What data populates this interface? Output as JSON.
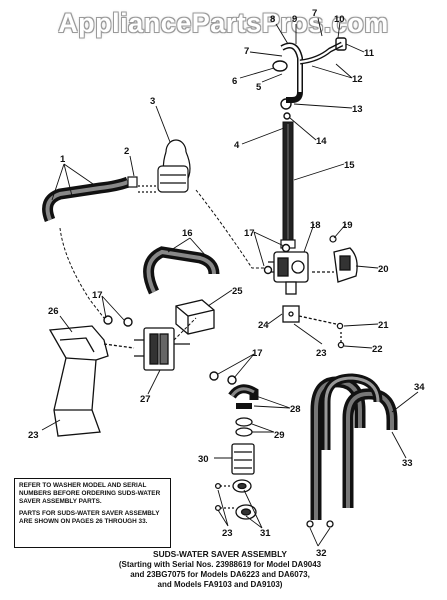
{
  "watermark": "AppliancePartsPros.com",
  "callouts": [
    "1",
    "2",
    "3",
    "4",
    "5",
    "6",
    "7",
    "7",
    "8",
    "9",
    "10",
    "11",
    "12",
    "13",
    "14",
    "15",
    "16",
    "17",
    "17",
    "17",
    "18",
    "19",
    "20",
    "21",
    "22",
    "23",
    "23",
    "23",
    "24",
    "25",
    "26",
    "27",
    "28",
    "29",
    "30",
    "31",
    "32",
    "33",
    "34"
  ],
  "note": {
    "line1": "REFER TO WASHER MODEL AND SERIAL NUMBERS BEFORE ORDERING SUDS-WATER SAVER ASSEMBLY PARTS.",
    "line2": "PARTS FOR SUDS-WATER SAVER ASSEMBLY ARE SHOWN ON PAGES 26 through 33."
  },
  "caption": {
    "title": "SUDS-WATER SAVER ASSEMBLY",
    "line1": "(Starting with Serial Nos. 23988619 for Model DA9043",
    "line2": "and 23BG7075 for Models DA6223 and DA6073,",
    "line3": "and Models FA9103 and DA9103)"
  }
}
